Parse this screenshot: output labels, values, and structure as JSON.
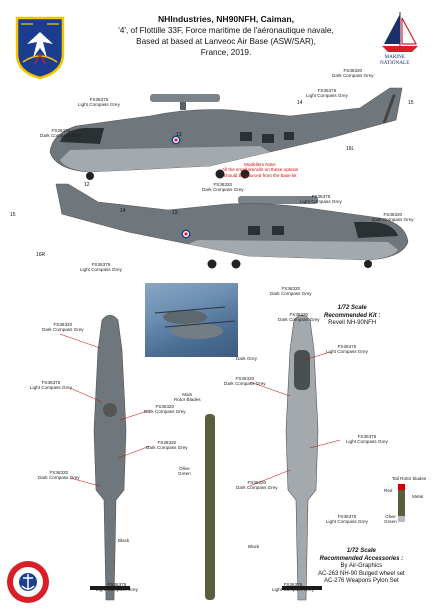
{
  "title": {
    "line1": "NHIndustries, NH90NFH, Caiman,",
    "line2": "'4', of Flottille 33F, Force maritime de l'aéronautique navale,",
    "line3": "Based at based at Lanveoc Air Base (ASW/SAR),",
    "line4": "France, 2019."
  },
  "logo_text": {
    "line1": "MARINE",
    "line2": "NATIONALE"
  },
  "colors": {
    "fs36320": "#6f777c",
    "fs36375": "#a3a9ad",
    "dark_grey": "#4a4f52",
    "black": "#1a1a1a",
    "red": "#d00000",
    "olive_green": "#5b5d3c",
    "roundel_blue": "#1d3f8f",
    "roundel_red": "#d81f26",
    "crest_blue": "#1c3d8f",
    "crest_yellow": "#f2c500"
  },
  "paint": {
    "fs36320_dark": "FS36320\nDark Compass Grey",
    "fs36375_light": "FS36375\nLight Compass Grey",
    "dark_grey": "Dark Grey",
    "main_rotor_blades": "Main\nRotor Blades",
    "olive_green": "Olive\nGreen",
    "black": "Black",
    "tail_rotor_blades": "Tail Rotor blades",
    "red": "Red",
    "metal": "Metal"
  },
  "note": {
    "line1": "Modellers Note:",
    "line2": "All the small stencils on these options",
    "line3": "should be sourced from the base kit"
  },
  "decal_numbers": {
    "n13": "13",
    "n14": "14",
    "n15": "15",
    "n12": "12",
    "n16L": "16L",
    "n16R": "16R"
  },
  "kit": {
    "scale": "1/72 Scale",
    "recommended": "Recommended Kit :",
    "kit_name": "Revell  NH-90NFH"
  },
  "accessories": {
    "scale": "1/72 Scale",
    "recommended": "Recommended Accessories :",
    "by": "By Air-Graphics",
    "item1": "AC-263 NH-90 Bulged wheel set",
    "item2": "AC-276 Weapons Pylon Set"
  }
}
